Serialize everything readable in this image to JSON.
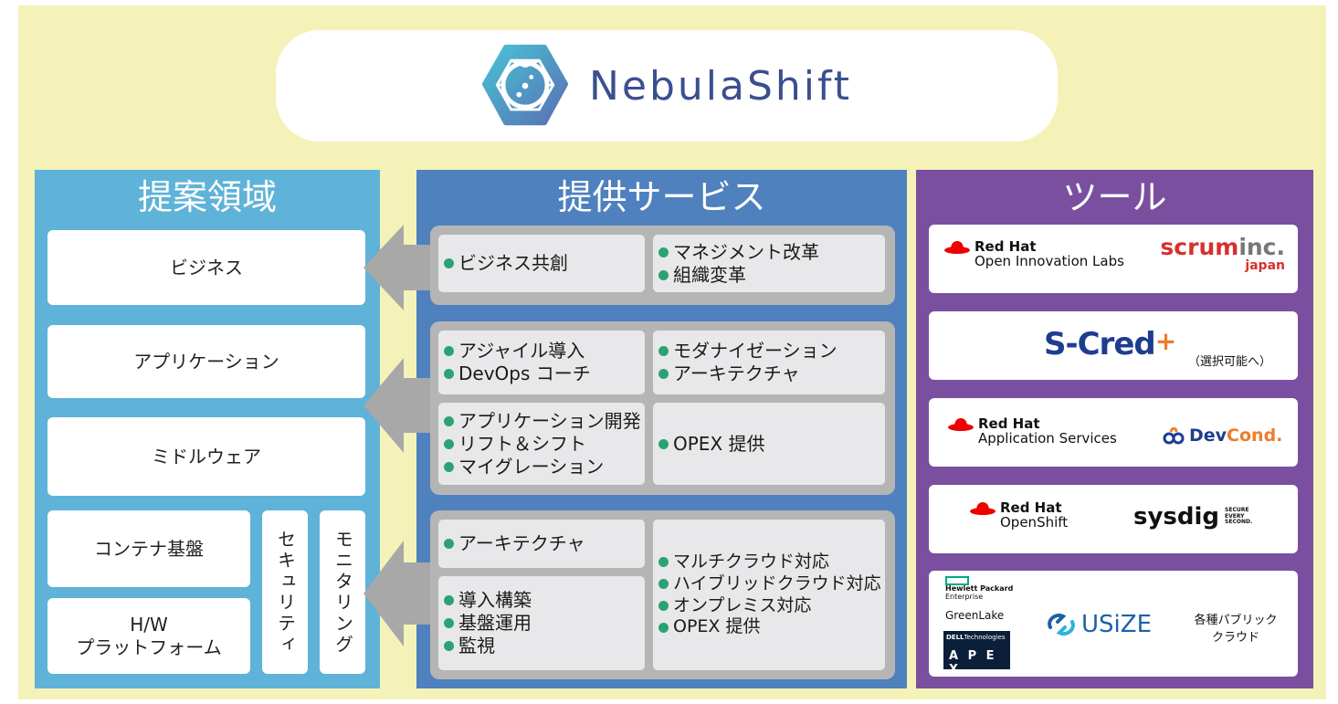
{
  "brand": {
    "name": "NebulaShift",
    "icon": "nebulashift-logo-icon",
    "colors": {
      "primary": "#3b4f8f",
      "gradient_start": "#48c3d6",
      "gradient_end": "#5a6fb3"
    }
  },
  "columns": {
    "proposal": {
      "title": "提案領域",
      "color": "#5fb2d8"
    },
    "services": {
      "title": "提供サービス",
      "color": "#4e81bd"
    },
    "tools": {
      "title": "ツール",
      "color": "#7a4f9f"
    }
  },
  "domains": {
    "business": "ビジネス",
    "application": "アプリケーション",
    "middleware": "ミドルウェア",
    "container": "コンテナ基盤",
    "hw_line1": "H/W",
    "hw_line2": "プラットフォーム",
    "security": "セキュリティ",
    "monitoring": "モニタリング"
  },
  "services": {
    "g1": {
      "left": [
        "ビジネス共創"
      ],
      "right": [
        "マネジメント改革",
        "組織変革"
      ]
    },
    "g2": {
      "top_left": [
        "アジャイル導入",
        "DevOps コーチ"
      ],
      "top_right": [
        "モダナイゼーション",
        "アーキテクチャ"
      ],
      "bottom_left": [
        "アプリケーション開発",
        "リフト＆シフト",
        "マイグレーション"
      ],
      "bottom_right": [
        "OPEX 提供"
      ]
    },
    "g3": {
      "top_left": [
        "アーキテクチャ"
      ],
      "bottom_left": [
        "導入構築",
        "基盤運用",
        "監視"
      ],
      "right": [
        "マルチクラウド対応",
        "ハイブリッドクラウド対応",
        "オンプレミス対応",
        "OPEX 提供"
      ]
    },
    "bullet_color": "#2aa373"
  },
  "tools": {
    "t1": {
      "rh_name": "Red Hat",
      "rh_sub": "Open Innovation Labs",
      "scrum_a": "scrum",
      "scrum_b": "inc.",
      "scrum_c": "japan"
    },
    "t2": {
      "scred": "S-Cred",
      "plus": "+",
      "note": "（選択可能へ）"
    },
    "t3": {
      "rh_name": "Red Hat",
      "rh_sub": "Application Services",
      "devcond_a": "Dev",
      "devcond_b": "Cond."
    },
    "t4": {
      "rh_name": "Red Hat",
      "rh_sub": "OpenShift",
      "sysdig": "sysdig",
      "sysdig_tag1": "SECURE",
      "sysdig_tag2": "EVERY",
      "sysdig_tag3": "SECOND."
    },
    "t5": {
      "hpe1": "Hewlett Packard",
      "hpe2": "Enterprise",
      "greenlake": "GreenLake",
      "dell": "DELL",
      "dell2": "Technologies",
      "apex": "A P E X",
      "usize": "USiZE",
      "public1": "各種パブリック",
      "public2": "クラウド"
    }
  }
}
